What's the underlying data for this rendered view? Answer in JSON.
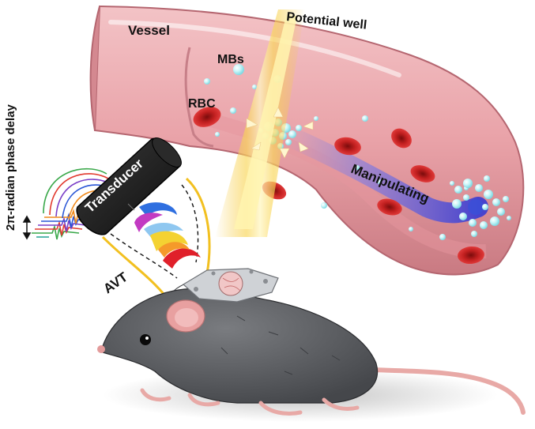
{
  "labels": {
    "vessel": "Vessel",
    "potential_well": "Potential well",
    "mbs": "MBs",
    "rbc": "RBC",
    "transducer": "Transducer",
    "manipulating": "Manipulating",
    "avt": "AVT",
    "phase_delay": "2π-radian phase delay"
  },
  "colors": {
    "vessel_wall": "#e8a0a6",
    "vessel_inner": "#f0b7bb",
    "rbc": "#c41e1e",
    "microbubble": "#a8ecf2",
    "beam": "#f6c83e",
    "trail": "#6f6fe0",
    "mouse": "#5e6064",
    "transducer": "#1c1c1c",
    "pulse_colors": [
      "#3aa84a",
      "#e23a2f",
      "#7a3fc7",
      "#2a56d6",
      "#f08a1c",
      "#2fa89a"
    ]
  },
  "icons": {
    "vessel": "blood-vessel-illustration",
    "beam": "acoustic-beam-icon",
    "mouse": "mouse-illustration",
    "transducer": "transducer-icon",
    "vortex": "acoustic-vortex-icon",
    "arrow": "double-arrow-icon"
  }
}
